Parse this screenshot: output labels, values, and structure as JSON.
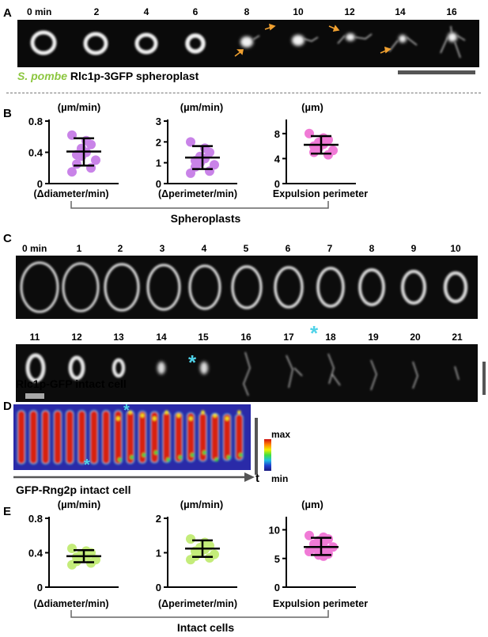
{
  "panels": {
    "A": {
      "letter": "A",
      "times": [
        "0 min",
        "2",
        "4",
        "6",
        "8",
        "10",
        "12",
        "14",
        "16"
      ],
      "caption_species": "S. pombe",
      "caption_rest": "Rlc1p-3GFP spheroplast",
      "arrow_color": "#f0a030"
    },
    "B": {
      "letter": "B",
      "group_label": "Spheroplasts",
      "plots": [
        {
          "unit": "(µm/min)",
          "xlabel": "(Δdiameter/min)",
          "ticks": [
            "0",
            "0.4",
            "0.8"
          ],
          "ylim": [
            0,
            0.8
          ],
          "color": "#c983e8",
          "points": [
            0.62,
            0.55,
            0.5,
            0.45,
            0.4,
            0.37,
            0.35,
            0.3,
            0.25,
            0.2,
            0.15
          ],
          "mean": 0.41,
          "sd": [
            0.23,
            0.58
          ]
        },
        {
          "unit": "(µm/min)",
          "xlabel": "(Δperimeter/min)",
          "ticks": [
            "0",
            "1",
            "2",
            "3"
          ],
          "ylim": [
            0,
            3
          ],
          "color": "#c983e8",
          "points": [
            2.0,
            1.7,
            1.5,
            1.3,
            1.2,
            1.1,
            1.0,
            0.9,
            0.8,
            0.6,
            0.5
          ],
          "mean": 1.25,
          "sd": [
            0.7,
            1.8
          ]
        },
        {
          "unit": "(µm)",
          "xlabel": "Expulsion perimeter",
          "ticks": [
            "0",
            "4",
            "8"
          ],
          "ylim": [
            0,
            10
          ],
          "color": "#f07ad6",
          "points": [
            8.0,
            7.3,
            7.0,
            6.6,
            6.3,
            6.0,
            5.7,
            5.3,
            5.0,
            4.6
          ],
          "mean": 6.2,
          "sd": [
            4.8,
            7.6
          ]
        }
      ]
    },
    "C": {
      "letter": "C",
      "row1": [
        "0 min",
        "1",
        "2",
        "3",
        "4",
        "5",
        "6",
        "7",
        "8",
        "9",
        "10"
      ],
      "row2": [
        "11",
        "12",
        "13",
        "14",
        "15",
        "16",
        "17",
        "18",
        "19",
        "20",
        "21"
      ],
      "caption": "Rlc1p-GFP intact cell",
      "asterisk": "*",
      "asterisk_color": "#4fd2e8"
    },
    "D": {
      "letter": "D",
      "caption": "GFP-Rng2p intact cell",
      "scale_max": "max",
      "scale_min": "min",
      "axis_label": "t",
      "asterisk": "*"
    },
    "E": {
      "letter": "E",
      "group_label": "Intact cells",
      "plots": [
        {
          "unit": "(µm/min)",
          "xlabel": "(Δdiameter/min)",
          "ticks": [
            "0",
            "0.4",
            "0.8"
          ],
          "ylim": [
            0,
            0.8
          ],
          "color": "#c4ec7a",
          "points": [
            0.45,
            0.42,
            0.4,
            0.38,
            0.36,
            0.35,
            0.34,
            0.32,
            0.3,
            0.28,
            0.26
          ],
          "mean": 0.36,
          "sd": [
            0.29,
            0.43
          ]
        },
        {
          "unit": "(µm/min)",
          "xlabel": "(Δperimeter/min)",
          "ticks": [
            "0",
            "1",
            "2"
          ],
          "ylim": [
            0,
            2
          ],
          "color": "#c4ec7a",
          "points": [
            1.4,
            1.3,
            1.2,
            1.15,
            1.1,
            1.05,
            1.0,
            0.95,
            0.9,
            0.85,
            0.8
          ],
          "mean": 1.12,
          "sd": [
            0.88,
            1.36
          ]
        },
        {
          "unit": "(µm)",
          "xlabel": "Expulsion perimeter",
          "ticks": [
            "0",
            "5",
            "10"
          ],
          "ylim": [
            0,
            12
          ],
          "color": "#f07ad6",
          "points": [
            9.0,
            8.7,
            8.4,
            8.1,
            7.8,
            7.5,
            7.2,
            7.0,
            6.8,
            6.5,
            6.2,
            6.0,
            5.8,
            5.6,
            5.4
          ],
          "mean": 7.0,
          "sd": [
            5.6,
            8.6
          ]
        }
      ]
    }
  }
}
